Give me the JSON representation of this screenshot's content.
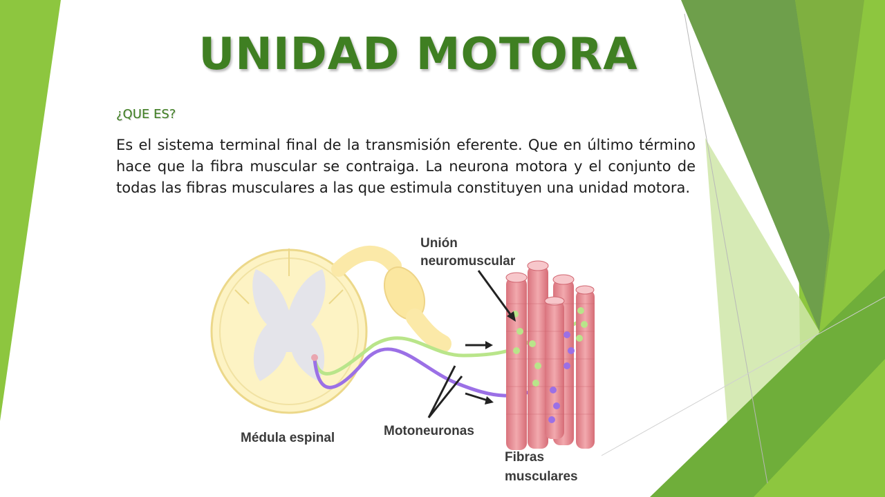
{
  "slide": {
    "title": "UNIDAD MOTORA",
    "subtitle": "¿QUE ES?",
    "body": "Es el sistema terminal final de la transmisión eferente. Que en último término hace que la fibra muscular se contraiga. La neurona motora y el conjunto de todas las fibras musculares a las que estimula constituyen una unidad motora."
  },
  "diagram": {
    "labels": {
      "union_line1": "Unión",
      "union_line2": "neuromuscular",
      "medula": "Médula espinal",
      "motoneuronas": "Motoneuronas",
      "fibras_line1": "Fibras",
      "fibras_line2": "musculares"
    }
  },
  "colors": {
    "title_green": "#3f7f22",
    "accent_light_green": "#8dc63f",
    "accent_dark_green": "#5e9a3a",
    "spinal_cord": "#fbf0b8",
    "nerve_green": "#b9e58a",
    "nerve_purple": "#9b70e6",
    "muscle_pink": "#e88a92"
  }
}
